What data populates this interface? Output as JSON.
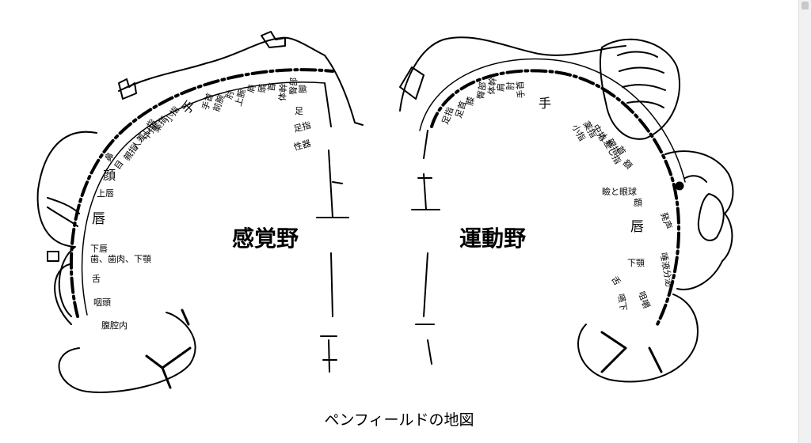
{
  "caption": "ペンフィールドの地図",
  "sensory": {
    "title": "感覚野",
    "labels": [
      "腹腔内",
      "咽頭",
      "舌",
      "歯、歯肉、下顎",
      "下唇",
      "唇",
      "上唇",
      "顔",
      "鼻",
      "目",
      "親指",
      "人差し指",
      "中指",
      "薬指",
      "小指",
      "手",
      "手首",
      "前腕",
      "肘",
      "上腕",
      "肩",
      "頭",
      "首",
      "体幹",
      "臀部",
      "脚",
      "足",
      "足指",
      "性器"
    ]
  },
  "motor": {
    "title": "運動野",
    "labels": [
      "足指",
      "足首",
      "膝",
      "臀部",
      "体幹",
      "肩",
      "肘",
      "手首",
      "手",
      "小指",
      "薬指",
      "中指",
      "人差し指",
      "親指",
      "首",
      "額",
      "瞼と眼球",
      "顔",
      "唇",
      "発声",
      "下顎",
      "唾液分泌",
      "舌",
      "咀嚼",
      "嚥下"
    ]
  }
}
